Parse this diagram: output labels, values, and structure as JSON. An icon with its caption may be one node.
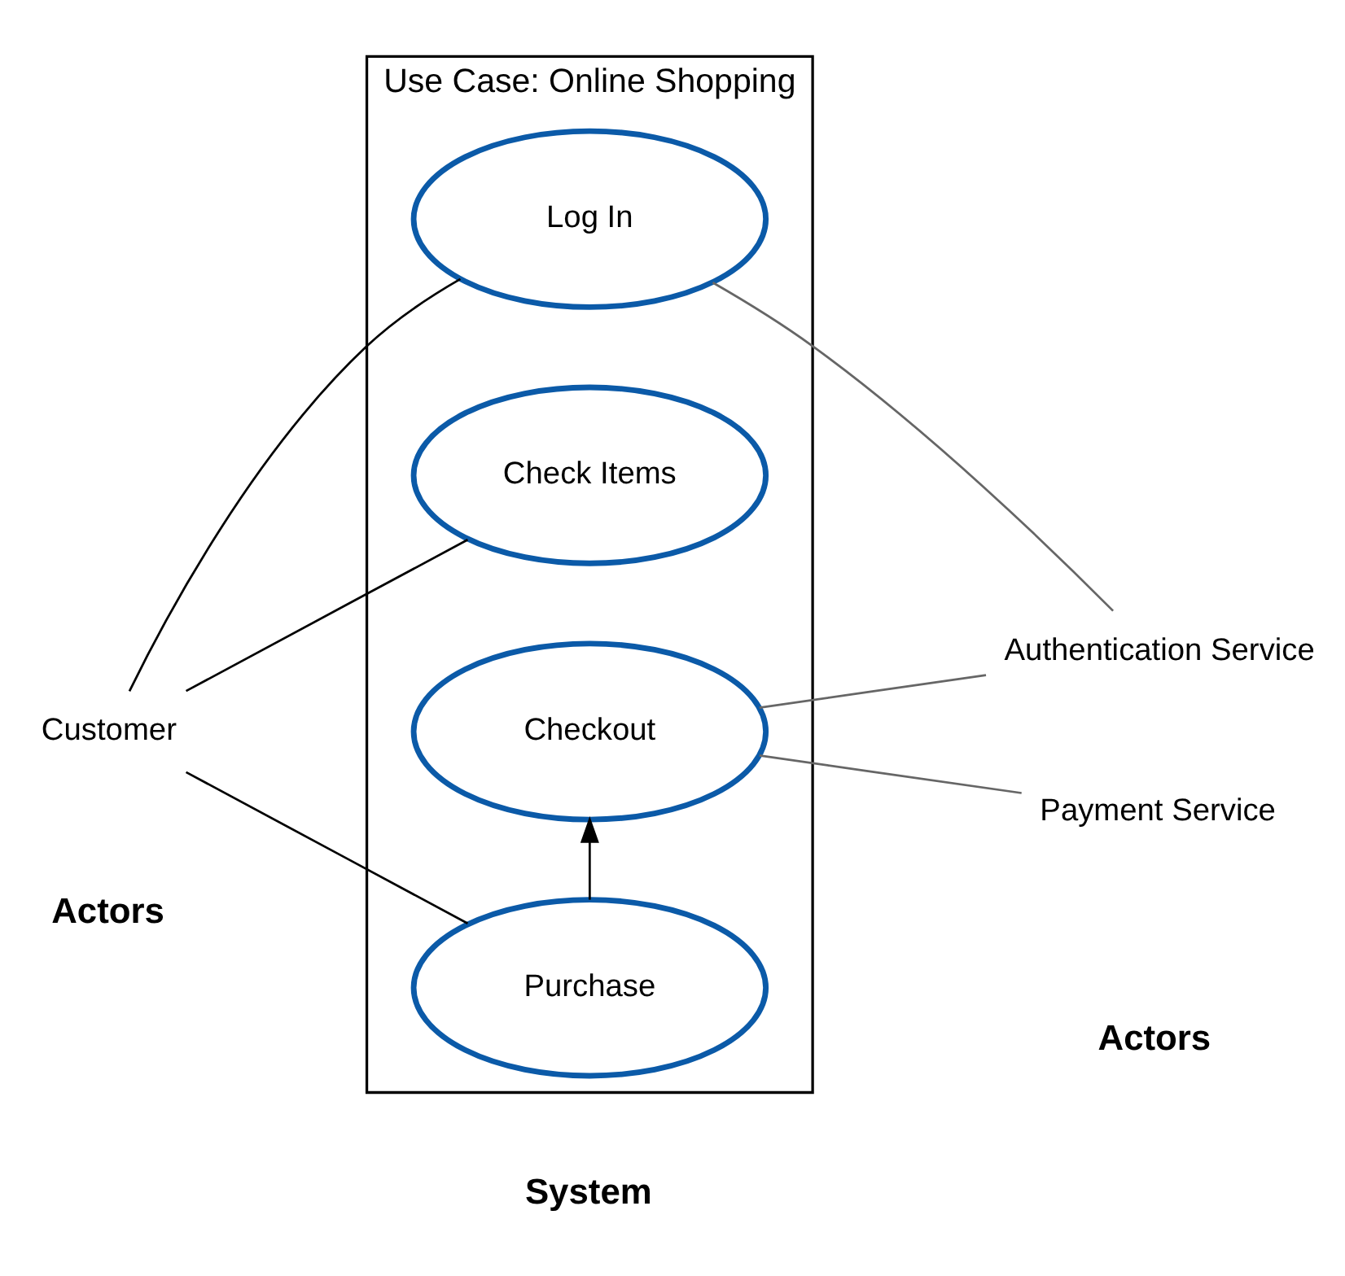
{
  "diagram": {
    "nodes": [
      {
        "text": [
          "Use Case: Online Shopping"
        ]
      },
      {
        "text": [
          "Check Items"
        ],
        "in": 0
      },
      {
        "text": [
          "Purchase"
        ],
        "in": 0
      },
      {
        "text": [
          "Checkout"
        ],
        "in": 0
      },
      {
        "text": [
          "Log In"
        ],
        "in": 0
      },
      {
        "text": [
          "Customer"
        ]
      },
      {
        "text": [
          "Payment Service"
        ]
      },
      {
        "text": [
          "Authentication Service"
        ]
      }
    ],
    "edges": [
      {
        "from": 5,
        "to": 1,
        "arrow": "none"
      },
      {
        "from": 5,
        "to": 2,
        "arrow": "none"
      },
      {
        "from": 5,
        "to": 4,
        "arrow": "none"
      },
      {
        "from": 2,
        "to": 3,
        "arrow": "to"
      },
      {
        "from": 3,
        "to": 6,
        "arrow": "none",
        "color": "#666666"
      },
      {
        "from": 3,
        "to": 7,
        "arrow": "none",
        "color": "#666666"
      },
      {
        "from": 4,
        "to": 7,
        "arrow": "none",
        "color": "#666666"
      }
    ],
    "labels": [
      "Actors",
      "System",
      "Actors"
    ]
  }
}
